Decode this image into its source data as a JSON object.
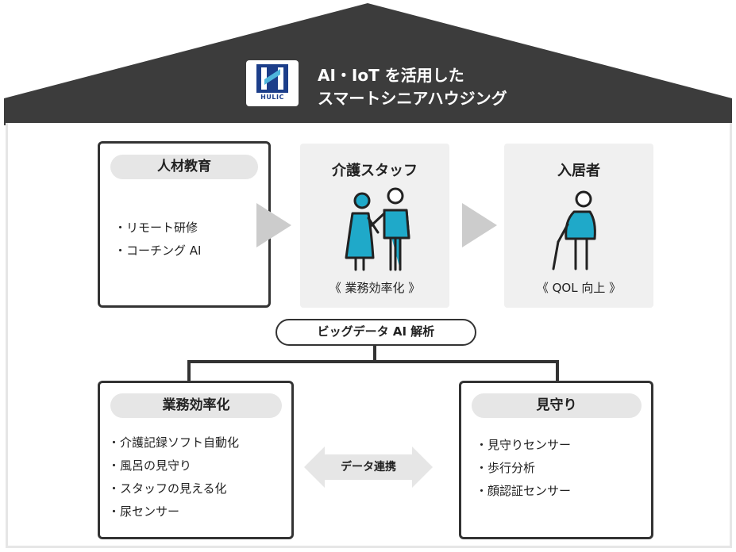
{
  "header": {
    "logo_text": "HULIC",
    "title_line_1": "AI・IoT を活用した",
    "title_line_2": "スマートシニアハウジング"
  },
  "top_row": {
    "education": {
      "title": "人材教育",
      "items": [
        "・リモート研修",
        "・コーチング AI"
      ]
    },
    "staff": {
      "title": "介護スタッフ",
      "caption": "《 業務効率化 》"
    },
    "residents": {
      "title": "入居者",
      "caption": "《 QOL 向上 》"
    }
  },
  "bigdata": {
    "label": "ビッグデータ AI 解析"
  },
  "bottom_row": {
    "efficiency": {
      "title": "業務効率化",
      "items": [
        "・介護記録ソフト自動化",
        "・風呂の見守り",
        "・スタッフの見える化",
        "・尿センサー"
      ]
    },
    "watching": {
      "title": "見守り",
      "items": [
        "・見守りセンサー",
        "・歩行分析",
        "・顔認証センサー"
      ]
    },
    "link_label": "データ連携"
  },
  "colors": {
    "roof": "#3c3c3c",
    "accent_teal": "#1fa9c9",
    "box_border": "#333333",
    "grey_box": "#f0f0f0",
    "pill": "#e6e6e6",
    "arrow": "#cccccc",
    "logo_blue": "#1c3e8a"
  },
  "icons": [
    "hulic-logo-icon",
    "caregiver-and-elder-icon",
    "elder-with-cane-icon",
    "right-arrow-icon",
    "double-arrow-icon"
  ]
}
